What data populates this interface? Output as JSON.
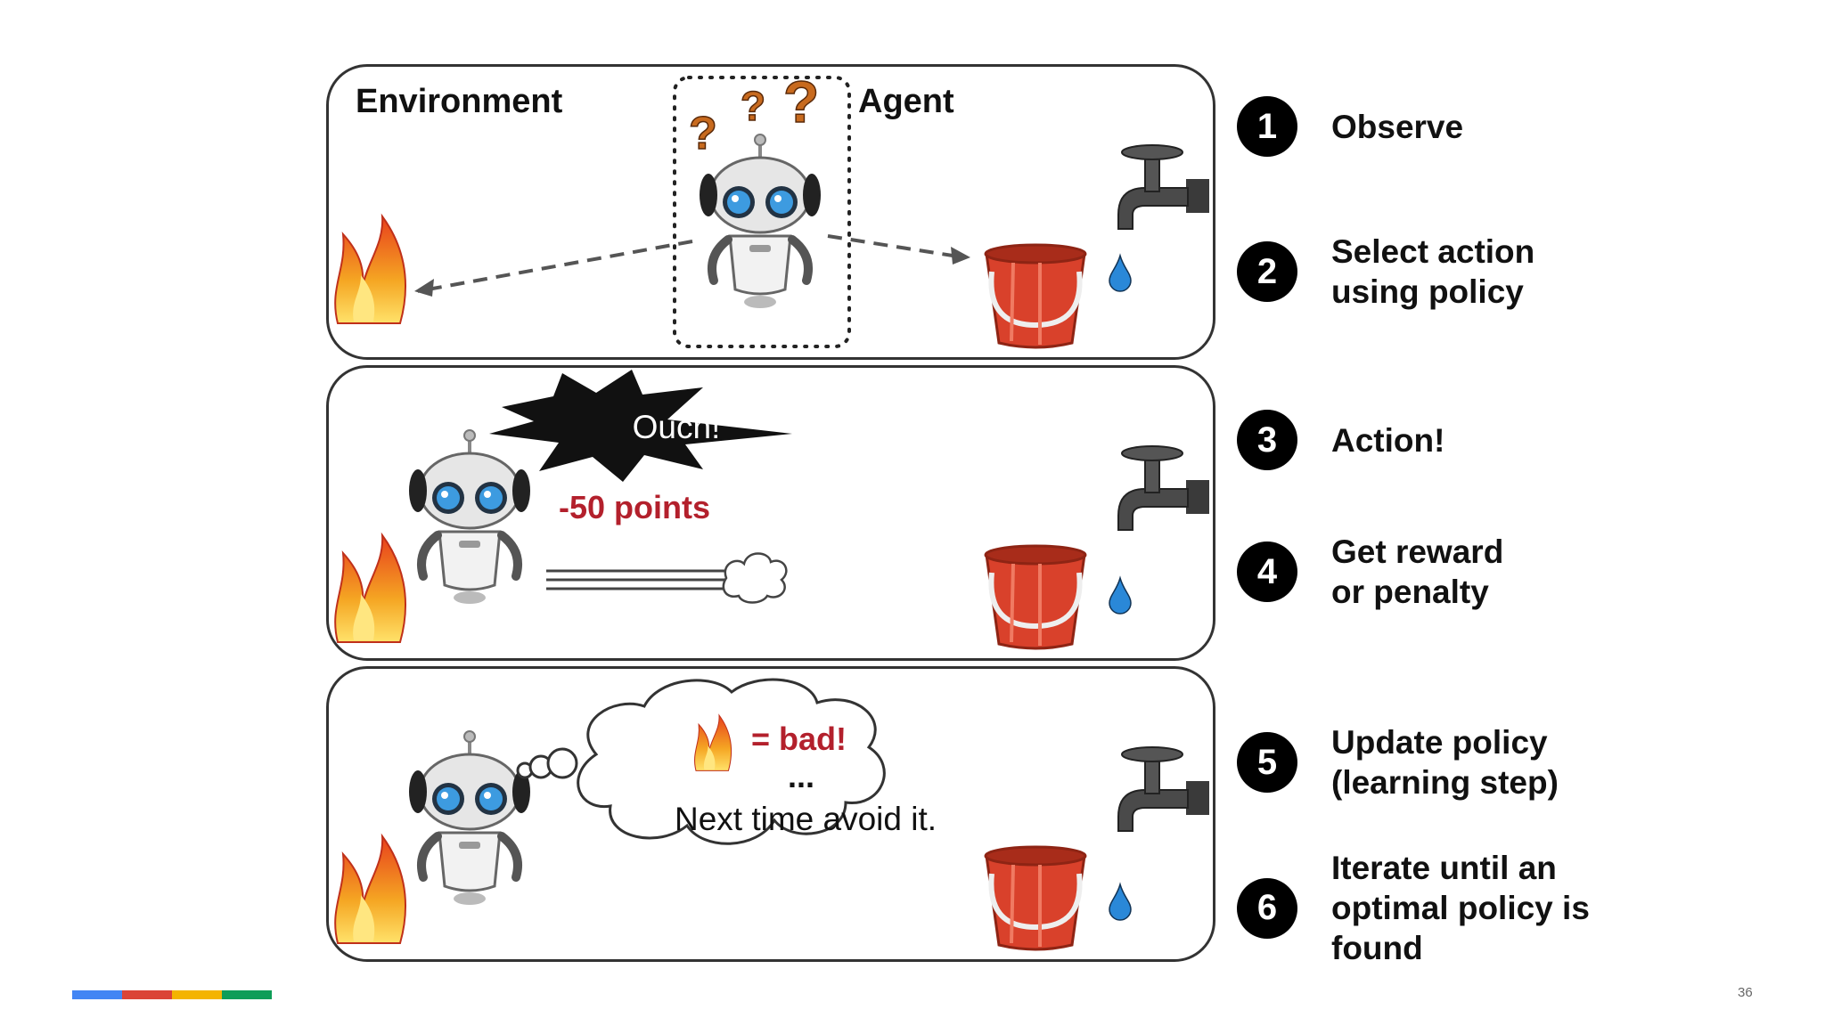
{
  "panel1": {
    "environment_label": "Environment",
    "agent_label": "Agent"
  },
  "panel2": {
    "exclamation": "Ouch!",
    "penalty": "-50 points"
  },
  "panel3": {
    "thought_line1": "= bad!",
    "thought_dots": "...",
    "thought_line2": "Next time avoid it."
  },
  "steps": [
    {
      "num": "1",
      "text": "Observe"
    },
    {
      "num": "2",
      "text": "Select action\nusing policy"
    },
    {
      "num": "3",
      "text": "Action!"
    },
    {
      "num": "4",
      "text": "Get reward\nor penalty"
    },
    {
      "num": "5",
      "text": "Update policy\n(learning step)"
    },
    {
      "num": "6",
      "text": "Iterate until an\noptimal policy is\nfound"
    }
  ],
  "footer": {
    "page_number": "36",
    "brand_colors": [
      "#4285f4",
      "#db4437",
      "#f4b400",
      "#0f9d58"
    ]
  },
  "icons": [
    "fire-icon",
    "robot-icon",
    "bucket-icon",
    "faucet-icon",
    "water-drop-icon",
    "question-mark-icon",
    "explosion-icon",
    "cloud-icon"
  ],
  "colors": {
    "penalty_red": "#b3202c",
    "bucket_red": "#d9412b",
    "robot_eye_blue": "#3d9be0"
  }
}
